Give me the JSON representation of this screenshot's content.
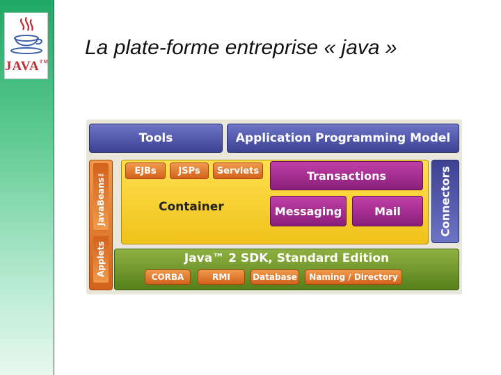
{
  "title": "La plate-forme entreprise « java »",
  "logo": {
    "text": "JAVA",
    "tm": "TM"
  },
  "diagram": {
    "tools": "Tools",
    "apm": "Application Programming Model",
    "ejbs": "EJBs",
    "jsps": "JSPs",
    "servlets": "Servlets",
    "container": "Container",
    "transactions": "Transactions",
    "messaging": "Messaging",
    "mail": "Mail",
    "connectors": "Connectors",
    "javabeans": "JavaBeans™",
    "applets": "Applets",
    "sdk": "Java™ 2 SDK, Standard Edition",
    "corba": "CORBA",
    "rmi": "RMI",
    "database": "Database",
    "naming": "Naming / Directory"
  },
  "colors": {
    "purple": "#3d4192",
    "magenta": "#8a1f7a",
    "orange": "#d2621c",
    "green": "#56801c",
    "yellow": "#f0c21a",
    "sidebar": "#1fa866"
  }
}
